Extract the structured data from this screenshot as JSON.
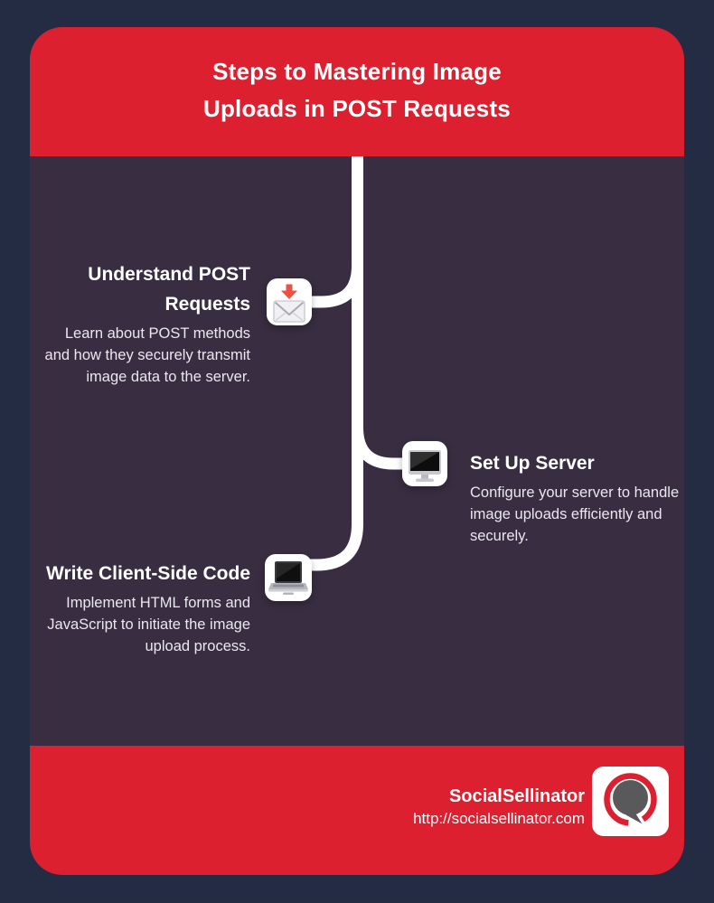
{
  "colors": {
    "accent_red": "#dc202f",
    "body_purple": "#382d41",
    "outer_navy": "#232c43",
    "connector_white": "#ffffff",
    "tile_white": "#ffffff",
    "logo_bubble_gray": "#59595c",
    "arrow_red": "#ef5046"
  },
  "header": {
    "title_lines": [
      "Steps to Mastering Image",
      "Uploads in POST Requests"
    ]
  },
  "steps": [
    {
      "side": "left",
      "icon": "mail-download-icon",
      "heading_lines": [
        "Understand POST",
        "Requests"
      ],
      "desc_lines": [
        "Learn about POST methods",
        "and how they securely transmit",
        "image data to the server."
      ]
    },
    {
      "side": "right",
      "icon": "desktop-computer-icon",
      "heading_lines": [
        "Set Up Server"
      ],
      "desc_lines": [
        "Configure your server to handle",
        "image uploads efficiently and",
        "securely."
      ]
    },
    {
      "side": "left",
      "icon": "laptop-icon",
      "heading_lines": [
        "Write Client-Side Code"
      ],
      "desc_lines": [
        "Implement HTML forms and",
        "JavaScript to initiate the image",
        "upload process."
      ]
    }
  ],
  "footer": {
    "brand": "SocialSellinator",
    "url": "http://socialsellinator.com",
    "logo": "socialsellinator-logo"
  }
}
